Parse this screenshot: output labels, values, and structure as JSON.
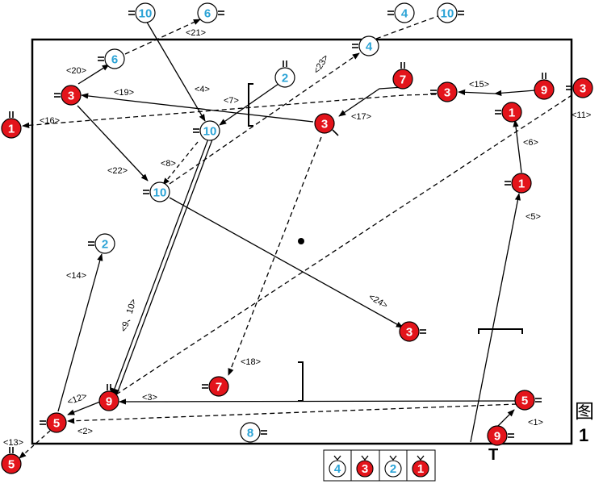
{
  "figure": {
    "char": "图",
    "number": "1"
  },
  "start_mark": "T",
  "colors": {
    "red": "#e3141b",
    "blue": "#2ba3d6",
    "line": "#000000"
  },
  "legend": [
    "4",
    "3",
    "2",
    "1"
  ],
  "labels": [
    "<1>",
    "<2>",
    "<3>",
    "<4>",
    "<5>",
    "<6>",
    "<7>",
    "<8>",
    "<9、10>",
    "<11>",
    "<12>",
    "<13>",
    "<14>",
    "<15>",
    "<16>",
    "<17>",
    "<18>",
    "<19>",
    "<20>",
    "<21>",
    "<22>",
    "<23>",
    "<24>"
  ],
  "players": [
    "10",
    "6",
    "4",
    "10",
    "4",
    "6",
    "2",
    "7",
    "3",
    "3",
    "9",
    "3",
    "1",
    "1",
    "10",
    "3",
    "10",
    "1",
    "2",
    "3",
    "7",
    "9",
    "5",
    "5",
    "9",
    "8",
    "5"
  ]
}
